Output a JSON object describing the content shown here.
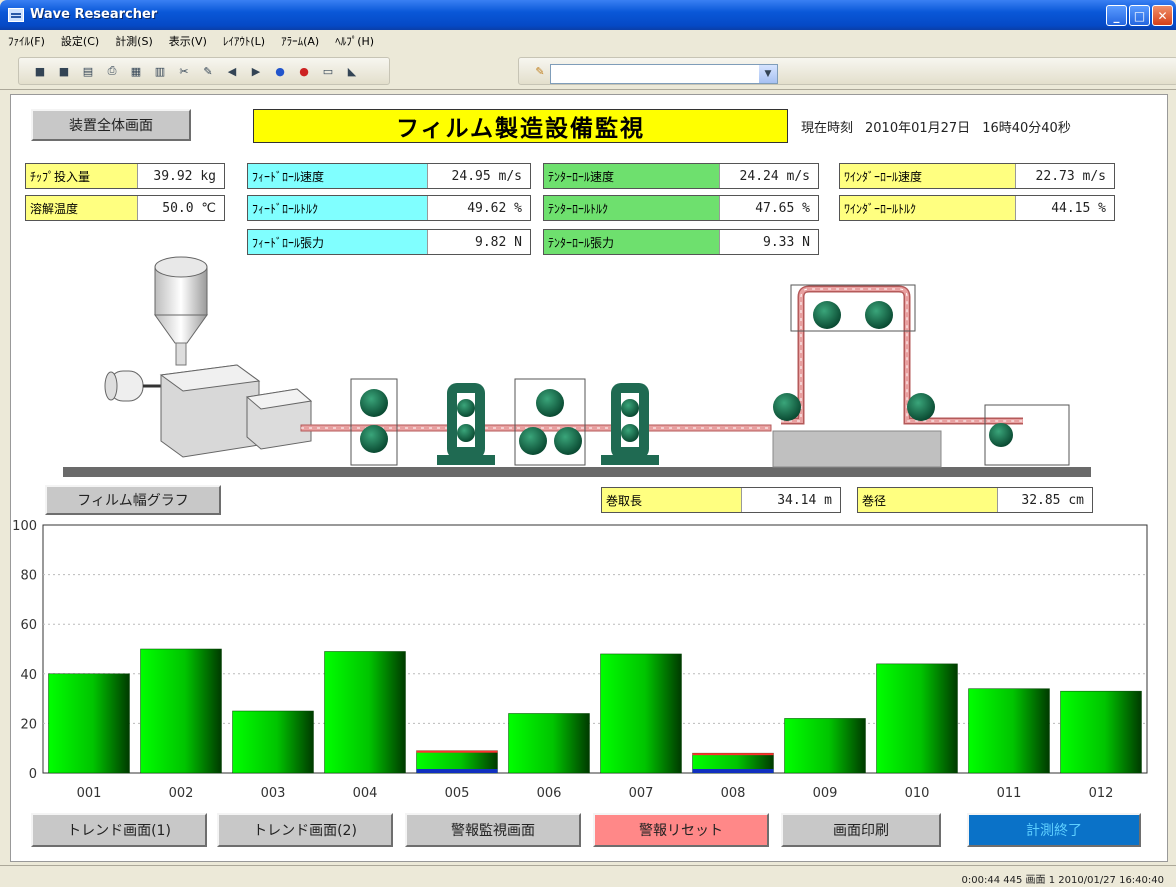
{
  "window": {
    "title": "Wave Researcher"
  },
  "menu": [
    "ﾌｧｲﾙ(F)",
    "設定(C)",
    "計測(S)",
    "表示(V)",
    "ﾚｲｱｳﾄ(L)",
    "ｱﾗｰﾑ(A)",
    "ﾍﾙﾌﾟ(H)"
  ],
  "header": {
    "overview_button": "装置全体画面",
    "title": "フィルム製造設備監視",
    "clock_label": "現在時刻",
    "date": "2010年01月27日",
    "time": "16時40分40秒"
  },
  "params": {
    "chip_input": {
      "label": "ﾁｯﾌﾟ投入量",
      "value": "39.92 kg"
    },
    "melt_temp": {
      "label": "溶解温度",
      "value": "50.0 ℃"
    },
    "feed_speed": {
      "label": "ﾌｨｰﾄﾞﾛｰﾙ速度",
      "value": "24.95 m/s"
    },
    "feed_torque": {
      "label": "ﾌｨｰﾄﾞﾛｰﾙﾄﾙｸ",
      "value": "49.62 %"
    },
    "feed_tension": {
      "label": "ﾌｨｰﾄﾞﾛｰﾙ張力",
      "value": "9.82 N"
    },
    "tenter_speed": {
      "label": "ﾃﾝﾀｰﾛｰﾙ速度",
      "value": "24.24 m/s"
    },
    "tenter_torque": {
      "label": "ﾃﾝﾀｰﾛｰﾙﾄﾙｸ",
      "value": "47.65 %"
    },
    "tenter_tension": {
      "label": "ﾃﾝﾀｰﾛｰﾙ張力",
      "value": "9.33 N"
    },
    "winder_speed": {
      "label": "ﾜｲﾝﾀﾞｰﾛｰﾙ速度",
      "value": "22.73 m/s"
    },
    "winder_torque": {
      "label": "ﾜｲﾝﾀﾞｰﾛｰﾙﾄﾙｸ",
      "value": "44.15 %"
    },
    "wind_length": {
      "label": "巻取長",
      "value": "34.14 m"
    },
    "wind_diameter": {
      "label": "巻径",
      "value": "32.85 cm"
    }
  },
  "film_graph_button": "フィルム幅グラフ",
  "chart_data": {
    "type": "bar",
    "categories": [
      "001",
      "002",
      "003",
      "004",
      "005",
      "006",
      "007",
      "008",
      "009",
      "010",
      "011",
      "012"
    ],
    "values": [
      40,
      50,
      25,
      49,
      9,
      24,
      48,
      8,
      22,
      44,
      34,
      33
    ],
    "ylim": [
      0,
      100
    ],
    "yticks": [
      "0",
      "20",
      "40",
      "60",
      "80",
      "100"
    ],
    "grid": true,
    "bar_color": "#00e000",
    "alert_categories": [
      "005",
      "008"
    ]
  },
  "bottom_buttons": {
    "trend1": "トレンド画面(1)",
    "trend2": "トレンド画面(2)",
    "alarm_monitor": "警報監視画面",
    "alarm_reset": "警報リセット",
    "print": "画面印刷",
    "stop": "計測終了"
  },
  "status": "0:00:44  445  画面 1   2010/01/27  16:40:40"
}
